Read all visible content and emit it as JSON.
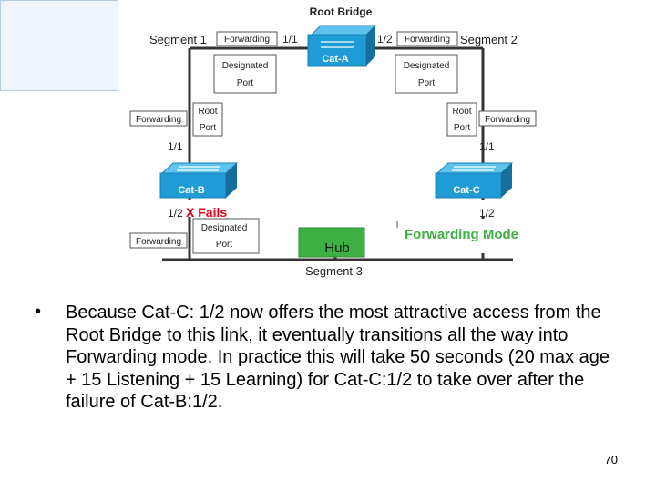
{
  "diagram": {
    "title": "Root Bridge",
    "segment1": "Segment 1",
    "segment2": "Segment 2",
    "segment3": "Segment 3",
    "forwarding": "Forwarding",
    "designated": "Designated",
    "port": "Port",
    "root": "Root",
    "port_a_1": "1/1",
    "port_a_2": "1/2",
    "port_b_1": "1/1",
    "port_b_2": "1/2",
    "port_c_1": "1/1",
    "port_c_2": "1/2",
    "switch_a": "Cat-A",
    "switch_b": "Cat-B",
    "switch_c": "Cat-C",
    "fails_label": "X Fails",
    "hub": "Hub",
    "forwarding_mode": "Forwarding Mode",
    "colors": {
      "switch": "#1f9bd6",
      "switch_top": "#5ec4ee",
      "alert": "#e0001a",
      "highlight": "#3cb043"
    }
  },
  "bullet": {
    "symbol": "•",
    "text": "Because Cat-C: 1/2 now offers the most attractive access from the Root Bridge to this link, it eventually transitions all the way into Forwarding mode.  In practice this will take 50 seconds (20 max age + 15 Listening + 15 Learning) for Cat-C:1/2 to take over after the failure of Cat-B:1/2."
  },
  "page_number": "70"
}
